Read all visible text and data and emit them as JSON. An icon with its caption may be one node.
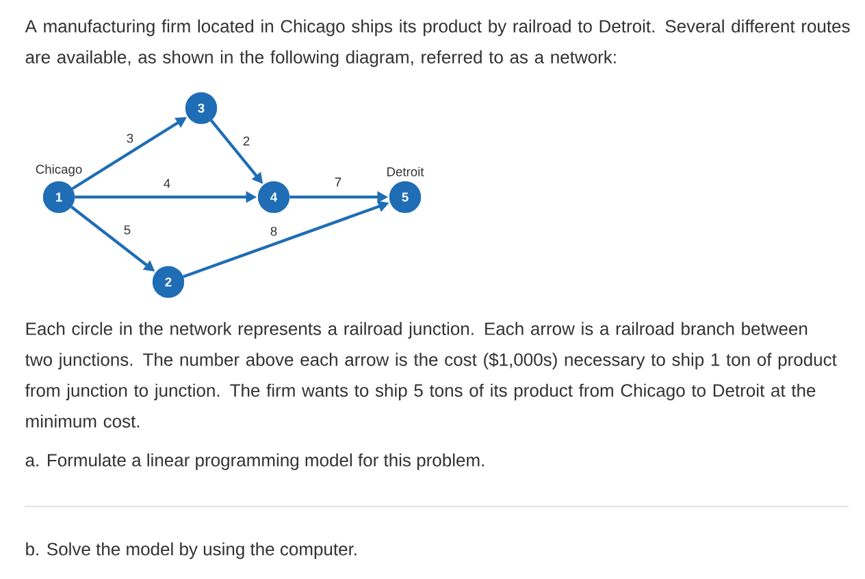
{
  "diagram": {
    "nodes": [
      {
        "text": [
          "1"
        ],
        "beside": [
          "Chicago"
        ]
      },
      {
        "text": [
          "2"
        ]
      },
      {
        "text": [
          "3"
        ]
      },
      {
        "text": [
          "4"
        ]
      },
      {
        "text": [
          "5"
        ],
        "beside": [
          "Detroit"
        ]
      }
    ],
    "edges": [
      {
        "from": 0,
        "to": 2,
        "arrow": "to",
        "label": "3"
      },
      {
        "from": 2,
        "to": 3,
        "arrow": "to",
        "label": "2"
      },
      {
        "from": 0,
        "to": 3,
        "arrow": "to",
        "label": "4"
      },
      {
        "from": 3,
        "to": 4,
        "arrow": "to",
        "label": "7"
      },
      {
        "from": 0,
        "to": 1,
        "arrow": "to",
        "label": "5"
      },
      {
        "from": 1,
        "to": 4,
        "arrow": "to",
        "label": "8"
      }
    ],
    "labels": [
      "A manufacturing firm located in Chicago ships its product by railroad to Detroit. Several different routes are available, as shown in the following diagram, referred to as a network:",
      "Each circle in the network represents a railroad junction. Each arrow is a railroad branch between two junctions. The number above each arrow is the cost ($1,000s) necessary to ship 1 ton of product from junction to junction. The firm wants to ship 5 tons of its product from Chicago to Detroit at the minimum cost.",
      "a. Formulate a linear programming model for this problem.",
      "b. Solve the model by using the computer."
    ]
  }
}
